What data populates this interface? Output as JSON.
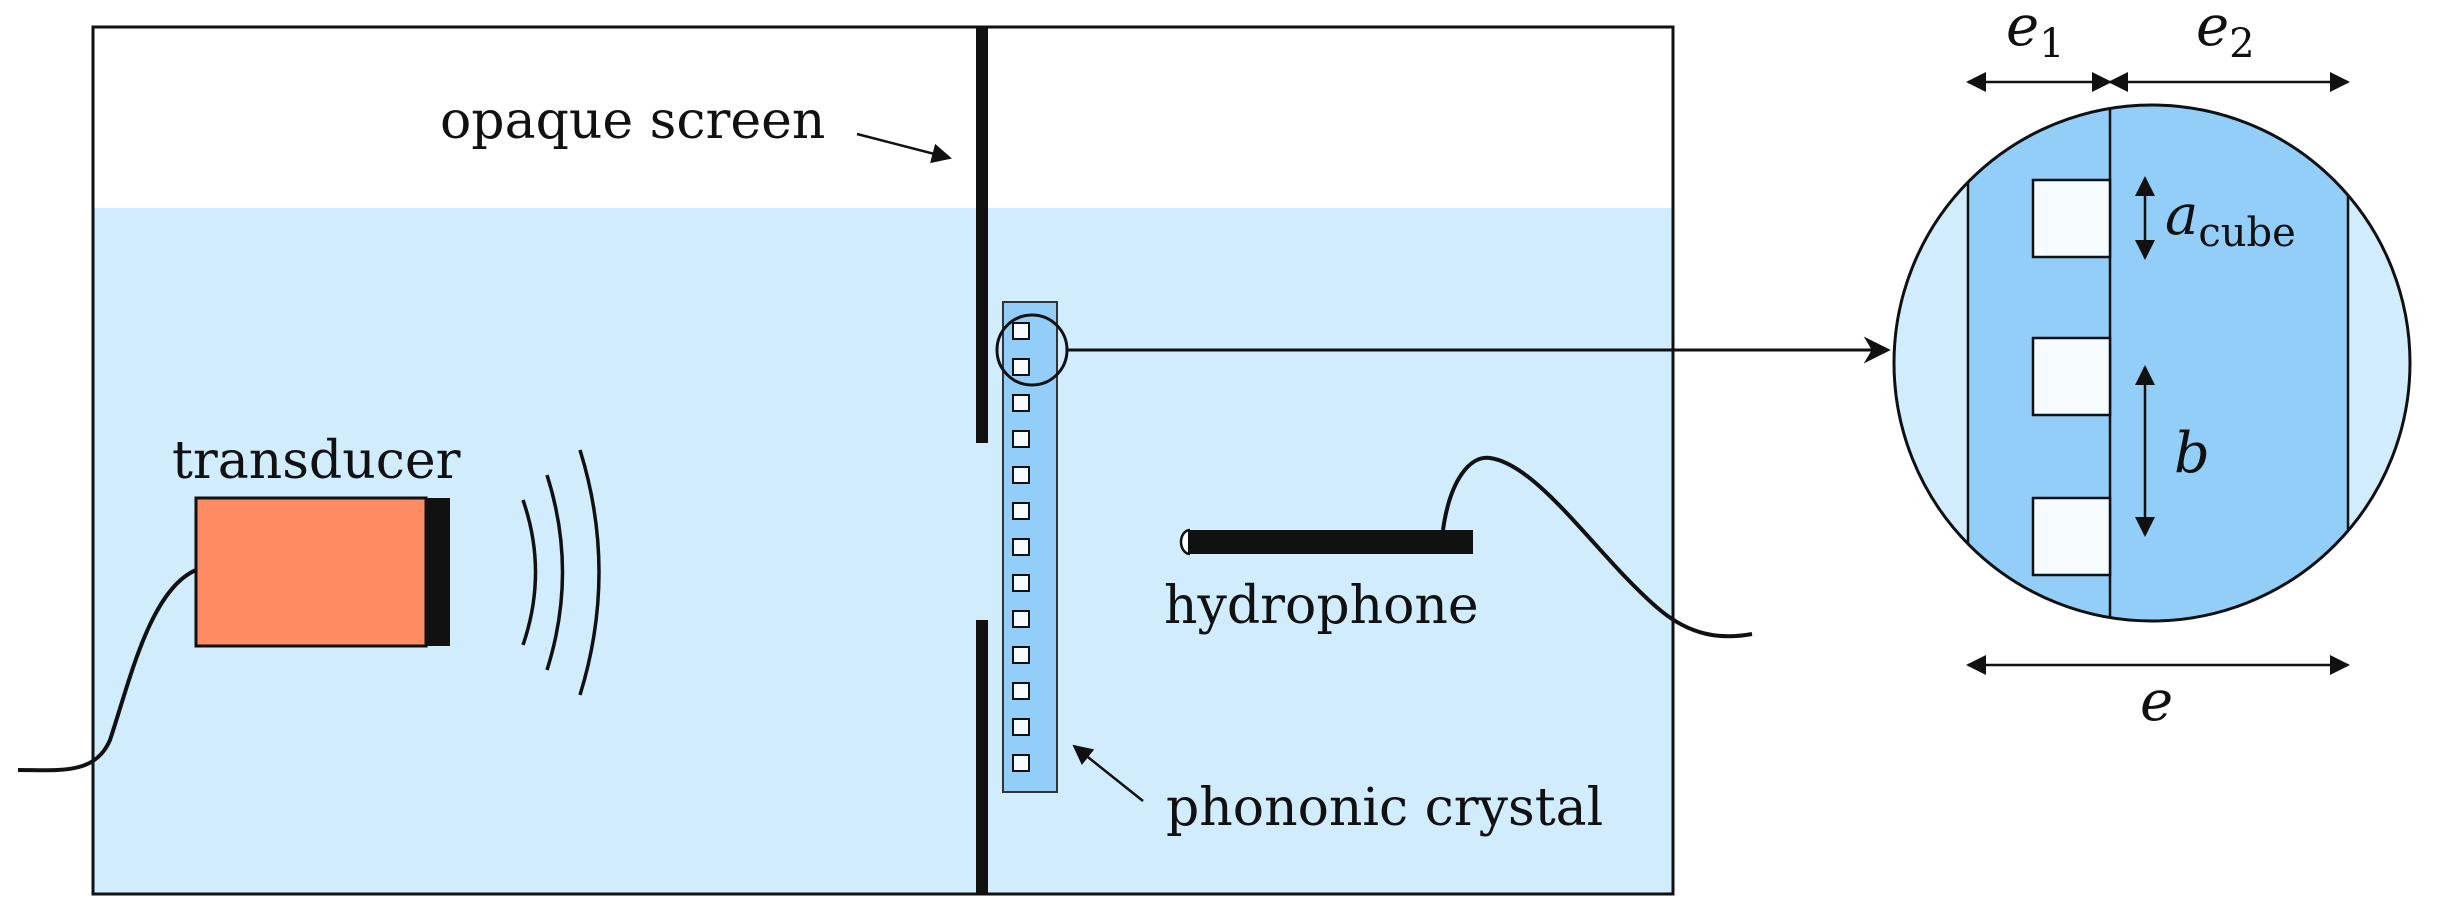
{
  "labels": {
    "opaque_screen": "opaque screen",
    "transducer": "transducer",
    "hydrophone": "hydrophone",
    "phononic_crystal": "phononic crystal",
    "e1_main": "e",
    "e1_sub": "1",
    "e2_main": "e",
    "e2_sub": "2",
    "a_main": "a",
    "a_sub": "cube",
    "b": "b",
    "e": "e"
  },
  "colors": {
    "water": "#d1ecfc",
    "crystal": "#92cef8",
    "transducer": "#fd8c62",
    "stroke": "#111111",
    "cube": "#f5fbff"
  }
}
